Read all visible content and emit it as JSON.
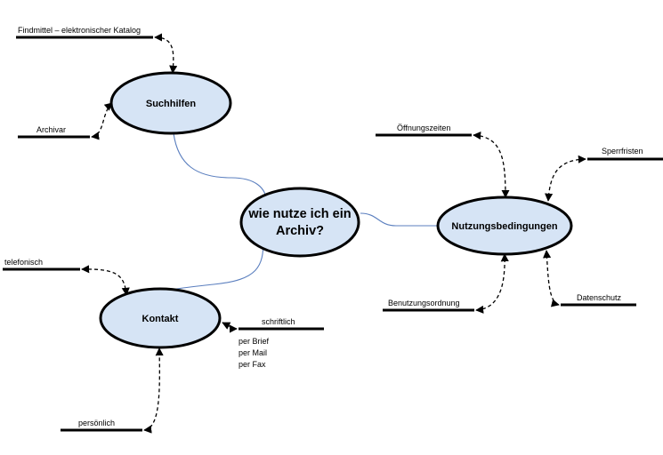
{
  "center": {
    "line1": "wie nutze ich ein",
    "line2": "Archiv?"
  },
  "nodes": {
    "suchhilfen": "Suchhilfen",
    "kontakt": "Kontakt",
    "nutzungsbedingungen": "Nutzungsbedingungen"
  },
  "labels": {
    "findmittel": "Findmittel – elektronischer Katalog",
    "archivar": "Archivar",
    "telefonisch": "telefonisch",
    "schriftlich": "schriftlich",
    "schriftlich_details": [
      "per Brief",
      "per Mail",
      "per Fax"
    ],
    "persoenlich": "persönlich",
    "oeffnungszeiten": "Öffnungszeiten",
    "sperrfristen": "Sperrfristen",
    "benutzungsordnung": "Benutzungsordnung",
    "datenschutz": "Datenschutz"
  },
  "colors": {
    "node_fill": "#d6e4f5",
    "connector": "#5b7fbf",
    "outline": "#000000"
  }
}
